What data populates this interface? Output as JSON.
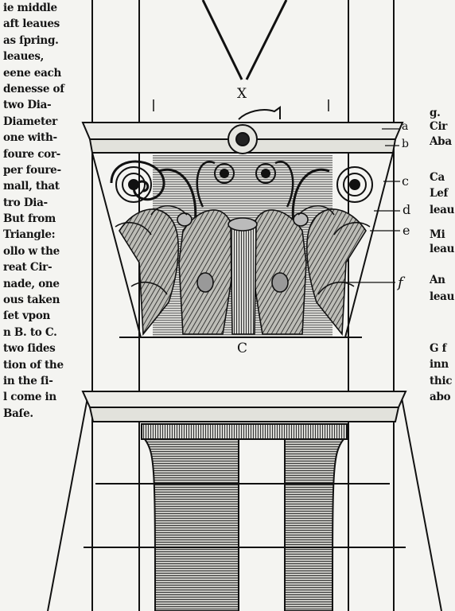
{
  "left_column_lines": [
    "ie middle",
    "aft leaues",
    "as ſpring.",
    "leaues,",
    "eene each",
    "denesse of",
    "two Dia-",
    "Diameter",
    "one with-",
    "foure cor-",
    "per foure-",
    "mall, that",
    "tro Dia-",
    "But from",
    "Triangle:",
    "ollo w the",
    "reat Cir-",
    "nade, one",
    "ous taken",
    "ſet vpon",
    "n B. to C.",
    "two ſides",
    "tion of the",
    "in the ſi-",
    "l come in",
    "Baſe."
  ],
  "right_column_lines": [
    {
      "text": "g.",
      "group": 1
    },
    {
      "text": "Cir",
      "group": 1
    },
    {
      "text": "Aba",
      "group": 1
    },
    {
      "text": "Ca",
      "group": 2
    },
    {
      "text": "Lef",
      "group": 2
    },
    {
      "text": "leau",
      "group": 2
    },
    {
      "text": "Mi",
      "group": 2
    },
    {
      "text": "leau",
      "group": 2
    },
    {
      "text": "An",
      "group": 3
    },
    {
      "text": "leau",
      "group": 3
    },
    {
      "text": "G f",
      "group": 4
    },
    {
      "text": "inn",
      "group": 4
    },
    {
      "text": "thic",
      "group": 4
    },
    {
      "text": "abo",
      "group": 4
    }
  ],
  "figure_labels": {
    "x": "X",
    "c": "C",
    "a": "a",
    "b": "b",
    "c_small": "c",
    "d": "d",
    "e": "e",
    "f": "f"
  }
}
